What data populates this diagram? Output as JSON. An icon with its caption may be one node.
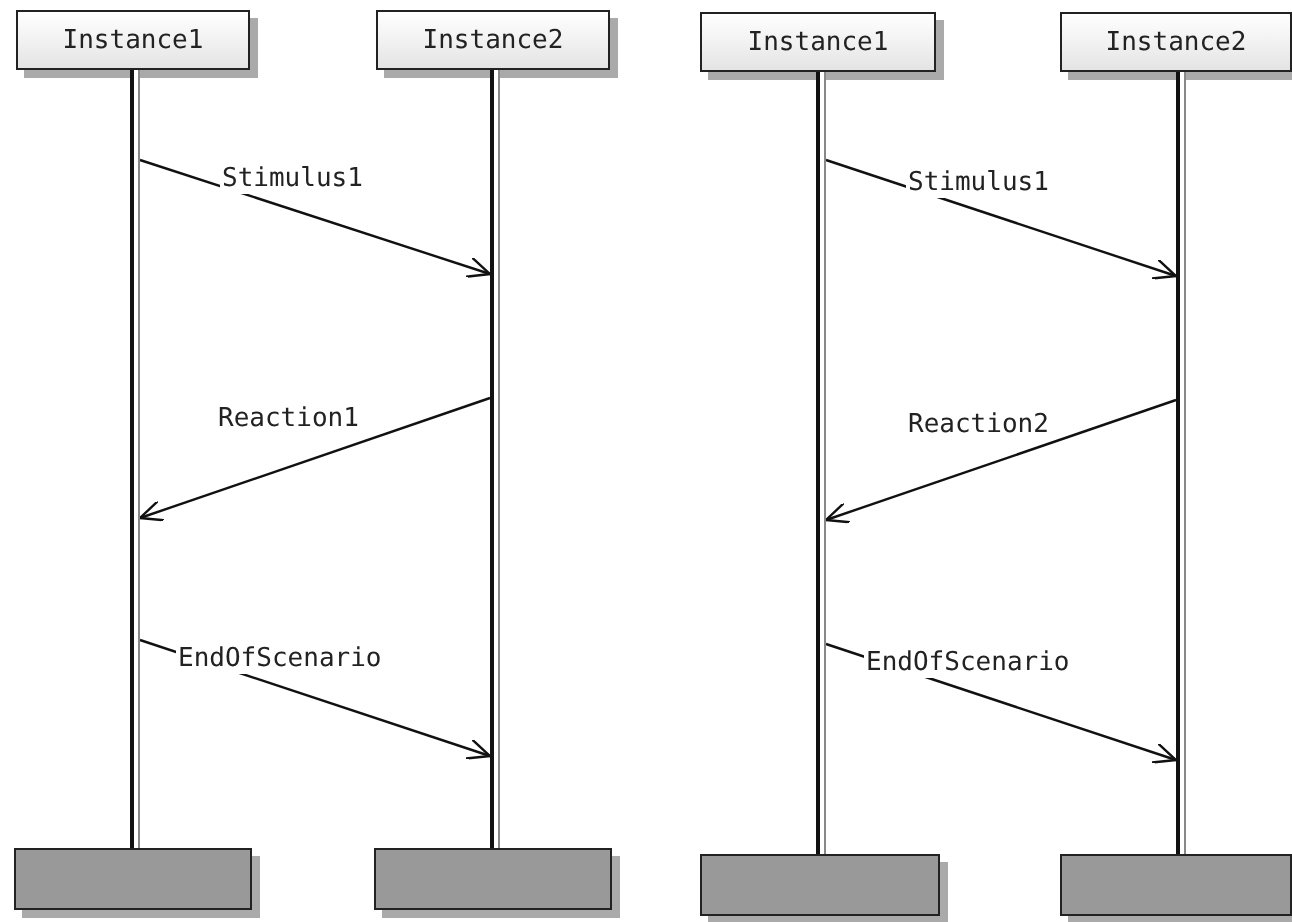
{
  "diagram": {
    "nodes": [
      {
        "text": [
          "Instance1"
        ]
      },
      {
        "text": [
          "Instance2"
        ]
      },
      {
        "text": [
          "Instance1"
        ]
      },
      {
        "text": [
          "Instance2"
        ]
      },
      {
        "text": [],
        "shape": "bar"
      },
      {
        "text": [],
        "shape": "bar"
      },
      {
        "text": [],
        "shape": "bar"
      },
      {
        "text": [],
        "shape": "bar"
      },
      {
        "text": [],
        "shape": "box"
      },
      {
        "text": [],
        "shape": "box"
      },
      {
        "text": [],
        "shape": "box"
      },
      {
        "text": [],
        "shape": "box"
      }
    ],
    "edges": [
      {
        "from": 4,
        "to": 5,
        "arrow": "to",
        "label": "Stimulus1"
      },
      {
        "from": 5,
        "to": 4,
        "arrow": "to",
        "label": "Reaction1"
      },
      {
        "from": 4,
        "to": 5,
        "arrow": "to",
        "label": "EndOfScenario"
      },
      {
        "from": 6,
        "to": 7,
        "arrow": "to",
        "label": "Stimulus1"
      },
      {
        "from": 7,
        "to": 6,
        "arrow": "to",
        "label": "Reaction2"
      },
      {
        "from": 6,
        "to": 7,
        "arrow": "to",
        "label": "EndOfScenario"
      }
    ]
  }
}
